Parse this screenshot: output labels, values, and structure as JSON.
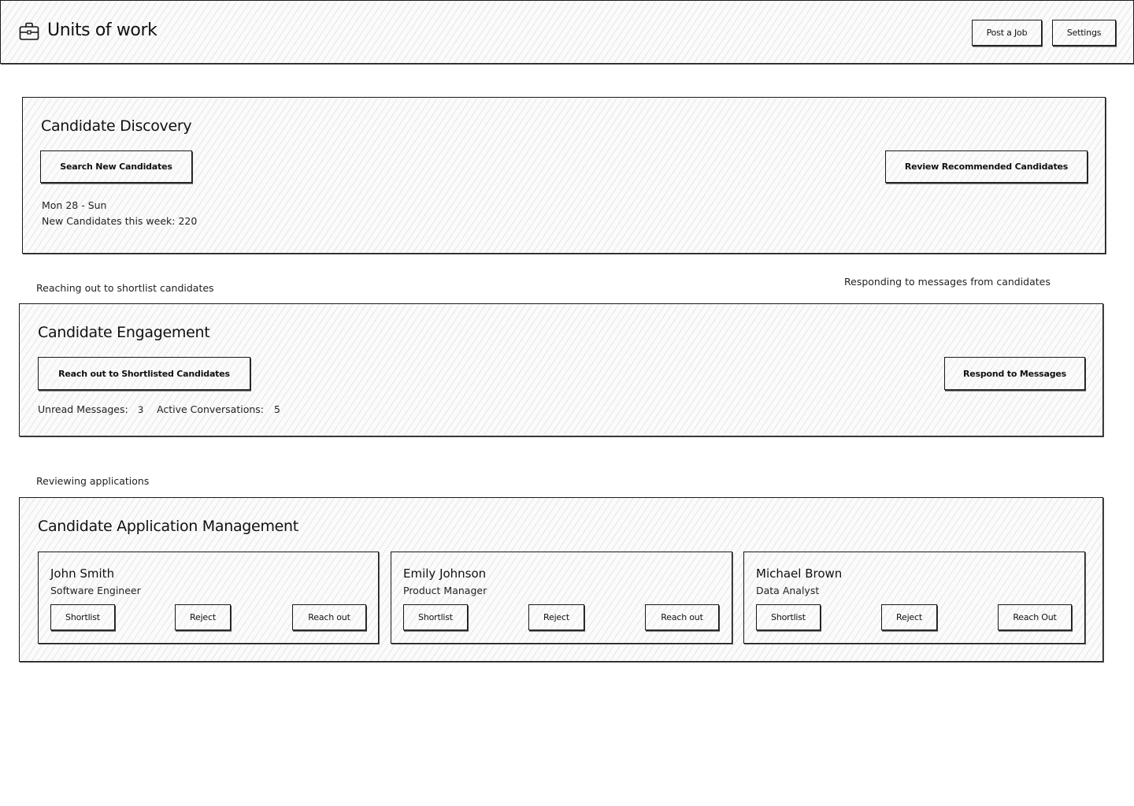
{
  "header": {
    "title": "Units of work",
    "logo_icon": "briefcase-icon",
    "post_job_label": "Post a Job",
    "settings_label": "Settings"
  },
  "discovery": {
    "title": "Candidate Discovery",
    "search_label": "Search New Candidates",
    "review_label": "Review Recommended Candidates",
    "date_range": "Mon 28 - Sun",
    "new_candidates_text": "New Candidates this week: 220"
  },
  "engagement": {
    "caption_left": "Reaching out to shortlist candidates",
    "caption_right": "Responding to messages from candidates",
    "title": "Candidate Engagement",
    "reach_out_label": "Reach out to Shortlisted Candidates",
    "respond_label": "Respond to Messages",
    "unread_label": "Unread Messages:",
    "unread_value": "3",
    "active_label": "Active Conversations:",
    "active_value": "5"
  },
  "applications": {
    "caption": "Reviewing applications",
    "title": "Candidate Application Management",
    "candidates": [
      {
        "name": "John Smith",
        "role": "Software Engineer",
        "shortlist": "Shortlist",
        "reject": "Reject",
        "reach_out": "Reach out"
      },
      {
        "name": "Emily Johnson",
        "role": "Product Manager",
        "shortlist": "Shortlist",
        "reject": "Reject",
        "reach_out": "Reach out"
      },
      {
        "name": "Michael Brown",
        "role": "Data Analyst",
        "shortlist": "Shortlist",
        "reject": "Reject",
        "reach_out": "Reach Out"
      }
    ]
  }
}
